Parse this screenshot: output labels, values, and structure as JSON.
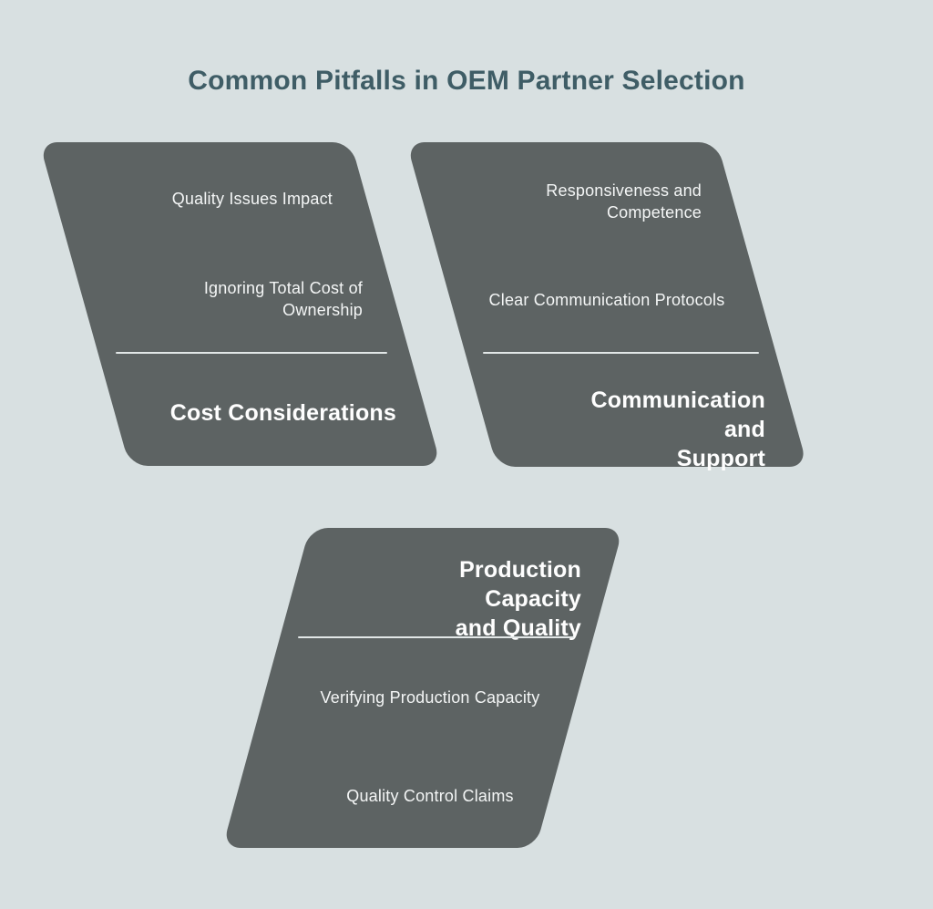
{
  "title": {
    "text": "Common Pitfalls in OEM Partner Selection"
  },
  "colors": {
    "background": "#d8e0e1",
    "card_fill": "#5d6363",
    "divider": "#e2e7e7",
    "item_text": "#f4f6f6",
    "card_title_text": "#fefefe",
    "heading_text": "#3f5d66"
  },
  "cards": [
    {
      "name": "cost-considerations",
      "title": "Cost Considerations",
      "title_lines": [
        "Cost Considerations"
      ],
      "items": [
        {
          "text": "Quality Issues Impact",
          "lines": [
            "Quality Issues Impact"
          ]
        },
        {
          "text": "Ignoring Total Cost of Ownership",
          "lines": [
            "Ignoring Total Cost of",
            "Ownership"
          ]
        }
      ]
    },
    {
      "name": "communication-and-support",
      "title": "Communication and Support",
      "title_lines": [
        "Communication and",
        "Support"
      ],
      "items": [
        {
          "text": "Responsiveness and Competence",
          "lines": [
            "Responsiveness and",
            "Competence"
          ]
        },
        {
          "text": "Clear Communication Protocols",
          "lines": [
            "Clear Communication Protocols"
          ]
        }
      ]
    },
    {
      "name": "production-capacity-and-quality",
      "title": "Production Capacity and Quality",
      "title_lines": [
        "Production Capacity",
        "and Quality"
      ],
      "items": [
        {
          "text": "Verifying Production Capacity",
          "lines": [
            "Verifying Production Capacity"
          ]
        },
        {
          "text": "Quality Control Claims",
          "lines": [
            "Quality Control Claims"
          ]
        }
      ]
    }
  ]
}
